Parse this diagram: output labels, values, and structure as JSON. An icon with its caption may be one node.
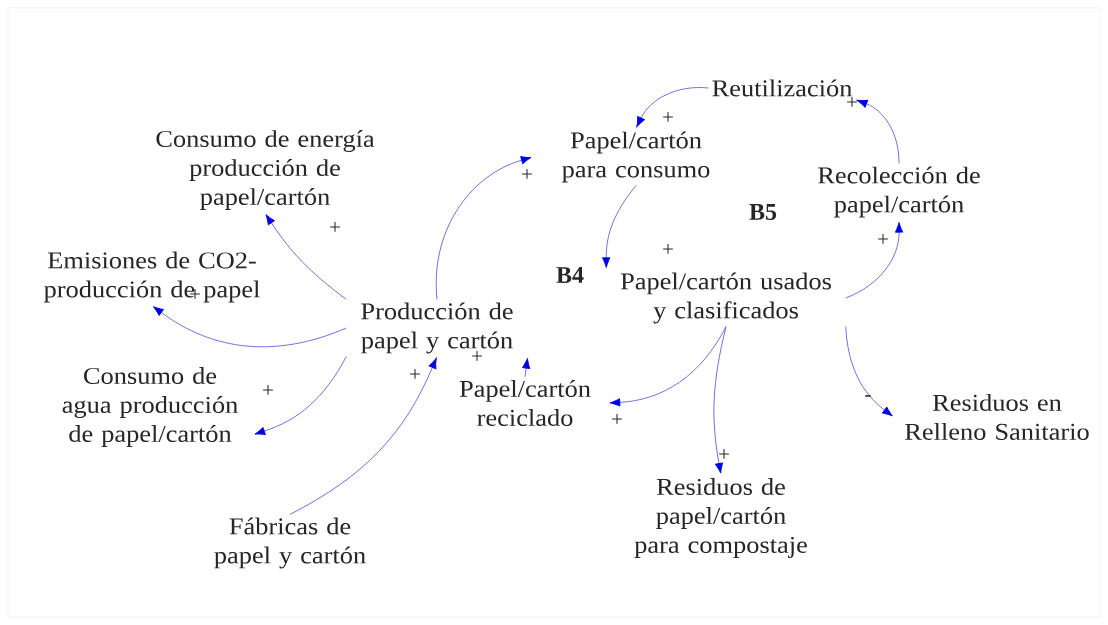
{
  "diagram": {
    "nodes": [
      {
        "text": [
          "Reutilización"
        ]
      },
      {
        "text": [
          "Papel/cartón para consumo"
        ]
      },
      {
        "text": [
          "Consumo de energía producción de papel/cartón"
        ]
      },
      {
        "text": [
          "Recolección de papel/cartón"
        ]
      },
      {
        "text": [
          "Emisiones de CO2- producción de papel"
        ]
      },
      {
        "text": [
          "Papel/cartón usados y clasificados"
        ]
      },
      {
        "text": [
          "Producción de papel y cartón"
        ]
      },
      {
        "text": [
          "Consumo de agua producción de papel/cartón"
        ]
      },
      {
        "text": [
          "Papel/cartón reciclado"
        ]
      },
      {
        "text": [
          "Residuos en Relleno Sanitario"
        ]
      },
      {
        "text": [
          "Residuos de papel/cartón para compostaje"
        ]
      },
      {
        "text": [
          "Fábricas de papel y cartón"
        ]
      }
    ],
    "edges": [
      {
        "from": 0,
        "to": 1,
        "arrow": "to",
        "label": "+"
      },
      {
        "from": 6,
        "to": 1,
        "arrow": "to",
        "label": "+"
      },
      {
        "from": 1,
        "to": 5,
        "arrow": "to",
        "label": "+"
      },
      {
        "from": 5,
        "to": 3,
        "arrow": "to",
        "label": "+"
      },
      {
        "from": 3,
        "to": 0,
        "arrow": "to",
        "label": "+"
      },
      {
        "from": 6,
        "to": 2,
        "arrow": "to",
        "label": "+"
      },
      {
        "from": 6,
        "to": 4,
        "arrow": "to",
        "label": "+"
      },
      {
        "from": 6,
        "to": 7,
        "arrow": "to",
        "label": "+"
      },
      {
        "from": 11,
        "to": 6,
        "arrow": "to",
        "label": "+"
      },
      {
        "from": 8,
        "to": 6,
        "arrow": "to",
        "label": "+"
      },
      {
        "from": 5,
        "to": 8,
        "arrow": "to",
        "label": "+"
      },
      {
        "from": 5,
        "to": 10,
        "arrow": "to",
        "label": "+"
      },
      {
        "from": 5,
        "to": 9,
        "arrow": "to",
        "label": "-"
      }
    ],
    "labels": [
      "B5",
      "B4"
    ]
  }
}
